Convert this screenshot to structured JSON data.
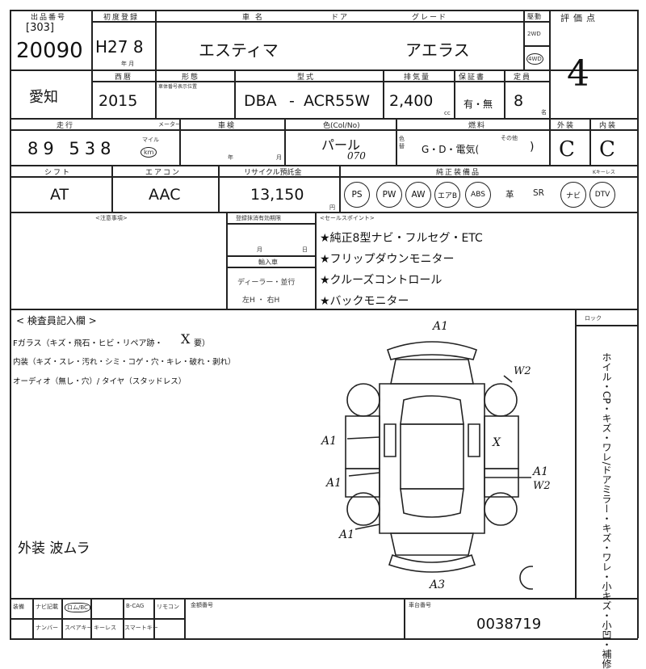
{
  "header": {
    "lot_label": "出品番号",
    "lot_bracket": "[303]",
    "lot_number": "20090",
    "reg_label": "初度登録",
    "reg_year": "H27 8",
    "reg_suffix": "年 月",
    "model_name_label": "車 名",
    "model_name": "エスティマ",
    "doors_label": "ドア",
    "grade_label": "グレード",
    "grade": "アエラス",
    "drive_label": "駆動",
    "drive_2wd": "2WD",
    "drive_4wd": "4WD",
    "score_label": "評価点",
    "score": "4"
  },
  "row2": {
    "region": "愛知",
    "year_label": "西暦",
    "year": "2015",
    "shape_label": "形態",
    "shape_sub": "車体番号表示位置",
    "type_label": "型式",
    "type_prefix": "DBA",
    "type_dash": "-",
    "type_code": "ACR55W",
    "cc_label": "排気量",
    "cc": "2,400",
    "cc_unit": "cc",
    "warranty_label": "保証書",
    "warranty": "有・無",
    "seats_label": "定員",
    "seats": "8",
    "seats_unit": "名"
  },
  "row3": {
    "mileage_label": "走行",
    "meter_label": "メーター",
    "mileage": "89 538",
    "mile_sub": "マイル",
    "km": "km",
    "inspection_label": "車検",
    "inspection_year": "年",
    "inspection_month": "月",
    "color_label": "色(Col/No)",
    "color": "パール",
    "color_code": "070",
    "color_change": "色替",
    "fuel_label": "燃料",
    "fuel": "G・D・電気(",
    "fuel_other": "その他",
    "fuel_close": ")",
    "exterior_label": "外装",
    "exterior": "C",
    "interior_label": "内装",
    "interior": "C"
  },
  "row4": {
    "shift_label": "シフト",
    "shift": "AT",
    "ac_label": "エアコン",
    "ac": "AAC",
    "recycle_label": "リサイクル預託金",
    "recycle": "13,150",
    "recycle_unit": "円",
    "equip_label": "純正装備品",
    "equip": [
      "PS",
      "PW",
      "AW",
      "エアB",
      "ABS",
      "革",
      "SR",
      "ナビ",
      "DTV"
    ],
    "keyless_label": "Kキーレス"
  },
  "notes": {
    "remarks_label": "<注意事項>",
    "registration_label": "登録抹消有効期限",
    "registration_month": "月",
    "registration_day": "日",
    "import_label": "輸入車",
    "import_dealer": "ディーラー・並行",
    "steering": "左H ・ 右H",
    "sales_label": "<セールスポイント>",
    "sales_points": [
      "★純正8型ナビ・フルセグ・ETC",
      "★フリップダウンモニター",
      "★クルーズコントロール",
      "★バックモニター"
    ]
  },
  "inspection": {
    "title": "< 検査員記入欄 >",
    "line1": "Fガラス（キズ・飛石・ヒビ・リペア跡・",
    "line1_mark": "X",
    "line1_end": "要）",
    "line2": "内装（キズ・スレ・汚れ・シミ・コゲ・穴・キレ・破れ・剥れ）",
    "line3": "オーディオ（無し・穴）/ タイヤ（スタッドレス）",
    "handwritten_note": "外装 波ムラ",
    "lock_label": "ロック",
    "side_text": "ホイル・CP・キズ・ワレ/ドアミラー・キズ・ワレ・小キズ・小凹・補修",
    "marks": {
      "front": "A1",
      "rear": "A3",
      "left_front": "A1",
      "left_mid": "A1",
      "left_rear": "A1",
      "right_front_wheel": "W2",
      "right_mid": "X",
      "right_rear_a": "A1",
      "right_rear_w": "W2"
    }
  },
  "footer": {
    "c1": "装備",
    "c2": "ナビ記載",
    "c3": "ロム/BC",
    "c4": "B-CAG",
    "c5": "リモコン",
    "d1": "ナンバー",
    "d2": "スペアキー",
    "d3": "キーレス",
    "d4": "スマートキー",
    "deposit_label": "金額番号",
    "vin_label": "車台番号",
    "vin": "0038719"
  }
}
